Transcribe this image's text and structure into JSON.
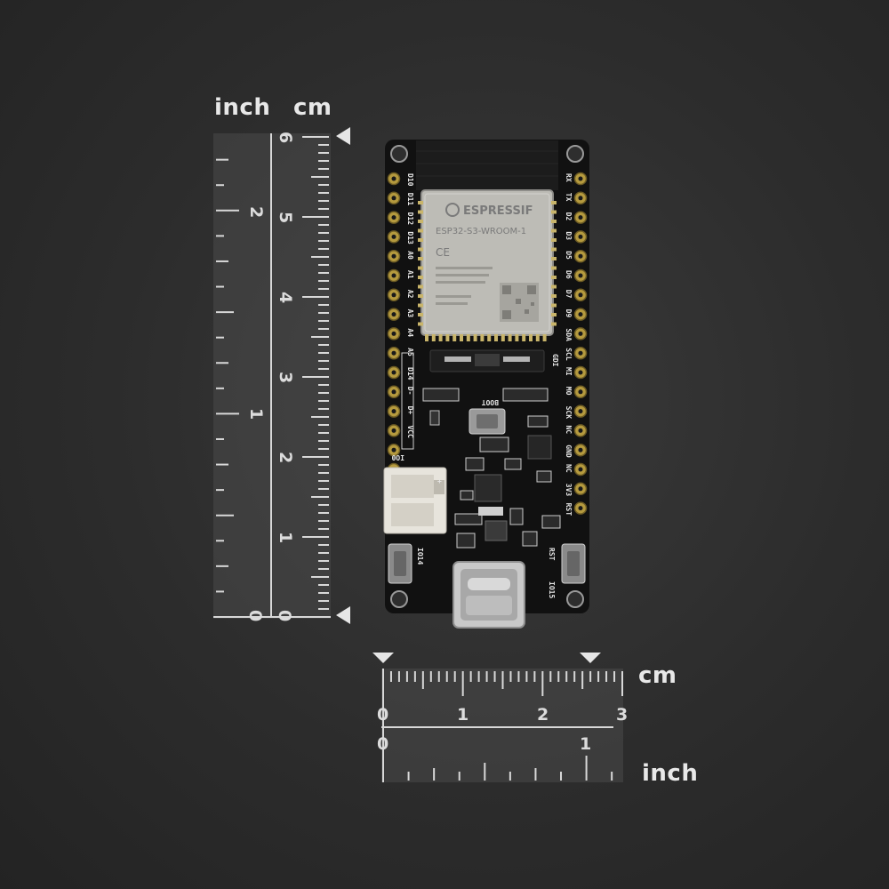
{
  "vertical_ruler": {
    "inch_label": "inch",
    "cm_label": "cm",
    "inch_numbers": [
      "2",
      "1",
      "0"
    ],
    "cm_numbers": [
      "6",
      "5",
      "4",
      "3",
      "2",
      "1",
      "0"
    ]
  },
  "horizontal_ruler": {
    "cm_label": "cm",
    "inch_label": "inch",
    "cm_numbers": [
      "0",
      "1",
      "2",
      "3"
    ],
    "inch_numbers": [
      "0",
      "1"
    ]
  },
  "board": {
    "module_brand": "ESPRESSIF",
    "module_model": "ESP32-S3-WROOM-1",
    "left_pins": [
      "D10",
      "D11",
      "D12",
      "D13",
      "A0",
      "A1",
      "A2",
      "A3",
      "A4",
      "A5",
      "D14",
      "D-",
      "D+",
      "VCC"
    ],
    "right_pins": [
      "RX",
      "TX",
      "D2",
      "D3",
      "D5",
      "D6",
      "D7",
      "D9",
      "SDA",
      "SCL",
      "MI",
      "MO",
      "SCK",
      "NC",
      "GND",
      "NC",
      "3V3",
      "RST"
    ],
    "boot_label": "BOOT",
    "io0_label": "IO0",
    "rst_label": "RST",
    "connector_plus": "+",
    "side_label_left": "IO14",
    "side_label_right": "IO15",
    "gdi_label": "GDI"
  },
  "colors": {
    "background": "#2c2c2c",
    "pcb": "#111111",
    "ruler_lines": "#d8d8d8",
    "ruler_plate": "#4a4a4a"
  }
}
